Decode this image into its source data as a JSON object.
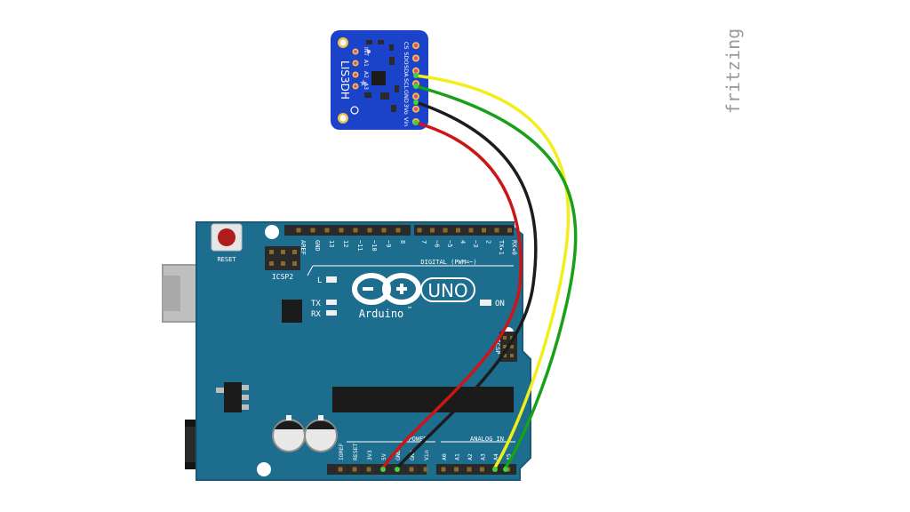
{
  "watermark": "fritzing",
  "sensor": {
    "name": "LIS3DH",
    "pins": [
      "Vin",
      "3Vo",
      "GND",
      "SCL",
      "SDA",
      "SDO",
      "CS"
    ],
    "interrupt_pins": [
      "INT",
      "A1",
      "A2",
      "A3"
    ]
  },
  "arduino": {
    "brand": "Arduino",
    "trademark": "™",
    "model": "UNO",
    "reset_label": "RESET",
    "icsp2_label": "ICSP2",
    "icsp_label": "ICSP",
    "digital_label": "DIGITAL (PWM=~)",
    "analog_label": "ANALOG IN",
    "power_label": "POWER",
    "on_label": "ON",
    "led_l": "L",
    "led_tx": "TX",
    "led_rx": "RX",
    "top_header_left": [
      "AREF",
      "GND",
      "13",
      "12",
      "~11",
      "~10",
      "~9",
      "8"
    ],
    "top_header_right": [
      "7",
      "~6",
      "~5",
      "4",
      "~3",
      "2",
      "TX▸1",
      "RX◂0"
    ],
    "power_pins": [
      "IOREF",
      "RESET",
      "3V3",
      "5V",
      "GND",
      "GND",
      "Vin"
    ],
    "analog_pins": [
      "A0",
      "A1",
      "A2",
      "A3",
      "A4",
      "A5"
    ]
  },
  "wires": [
    {
      "name": "Vin to 5V",
      "color": "#cc1616"
    },
    {
      "name": "GND to GND",
      "color": "#1c1c1c"
    },
    {
      "name": "SCL to A5",
      "color": "#18a018"
    },
    {
      "name": "SDA to A4",
      "color": "#f2ee1a"
    }
  ],
  "colors": {
    "board": "#1d6d8f",
    "board_edge": "#165a77",
    "sensor_pcb": "#1a43c9",
    "header": "#2a2a2a",
    "accent": "#ffffff"
  }
}
